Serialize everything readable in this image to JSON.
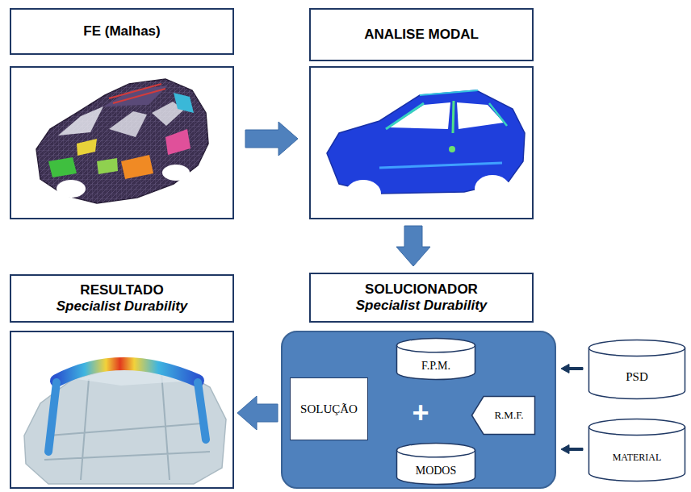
{
  "diagram": {
    "nodes": [
      {
        "text": [
          "FE (Malhas)"
        ]
      },
      {
        "text": [
          "ANALISE MODAL"
        ]
      },
      {
        "text": [
          "SOLUCIONADOR",
          "Specialist Durability"
        ]
      },
      {
        "text": [
          "RESULTADO",
          "Specialist Durability"
        ]
      },
      {
        "text": [
          "F.P.M."
        ],
        "in": 2
      },
      {
        "text": [
          "SOLUÇÃO"
        ],
        "in": 2
      },
      {
        "text": [
          "R.M.F."
        ],
        "in": 2
      },
      {
        "text": [
          "MODOS"
        ],
        "in": 2
      },
      {
        "text": [
          "PSD"
        ]
      },
      {
        "text": [
          "MATERIAL"
        ]
      }
    ],
    "edges": [
      {
        "from": 0,
        "to": 1,
        "arrow": "to"
      },
      {
        "from": 1,
        "to": 2,
        "arrow": "to"
      },
      {
        "from": 2,
        "to": 3,
        "arrow": "to"
      },
      {
        "from": 8,
        "to": 2,
        "arrow": "to"
      },
      {
        "from": 9,
        "to": 2,
        "arrow": "to"
      }
    ],
    "labels": [
      "+"
    ]
  }
}
